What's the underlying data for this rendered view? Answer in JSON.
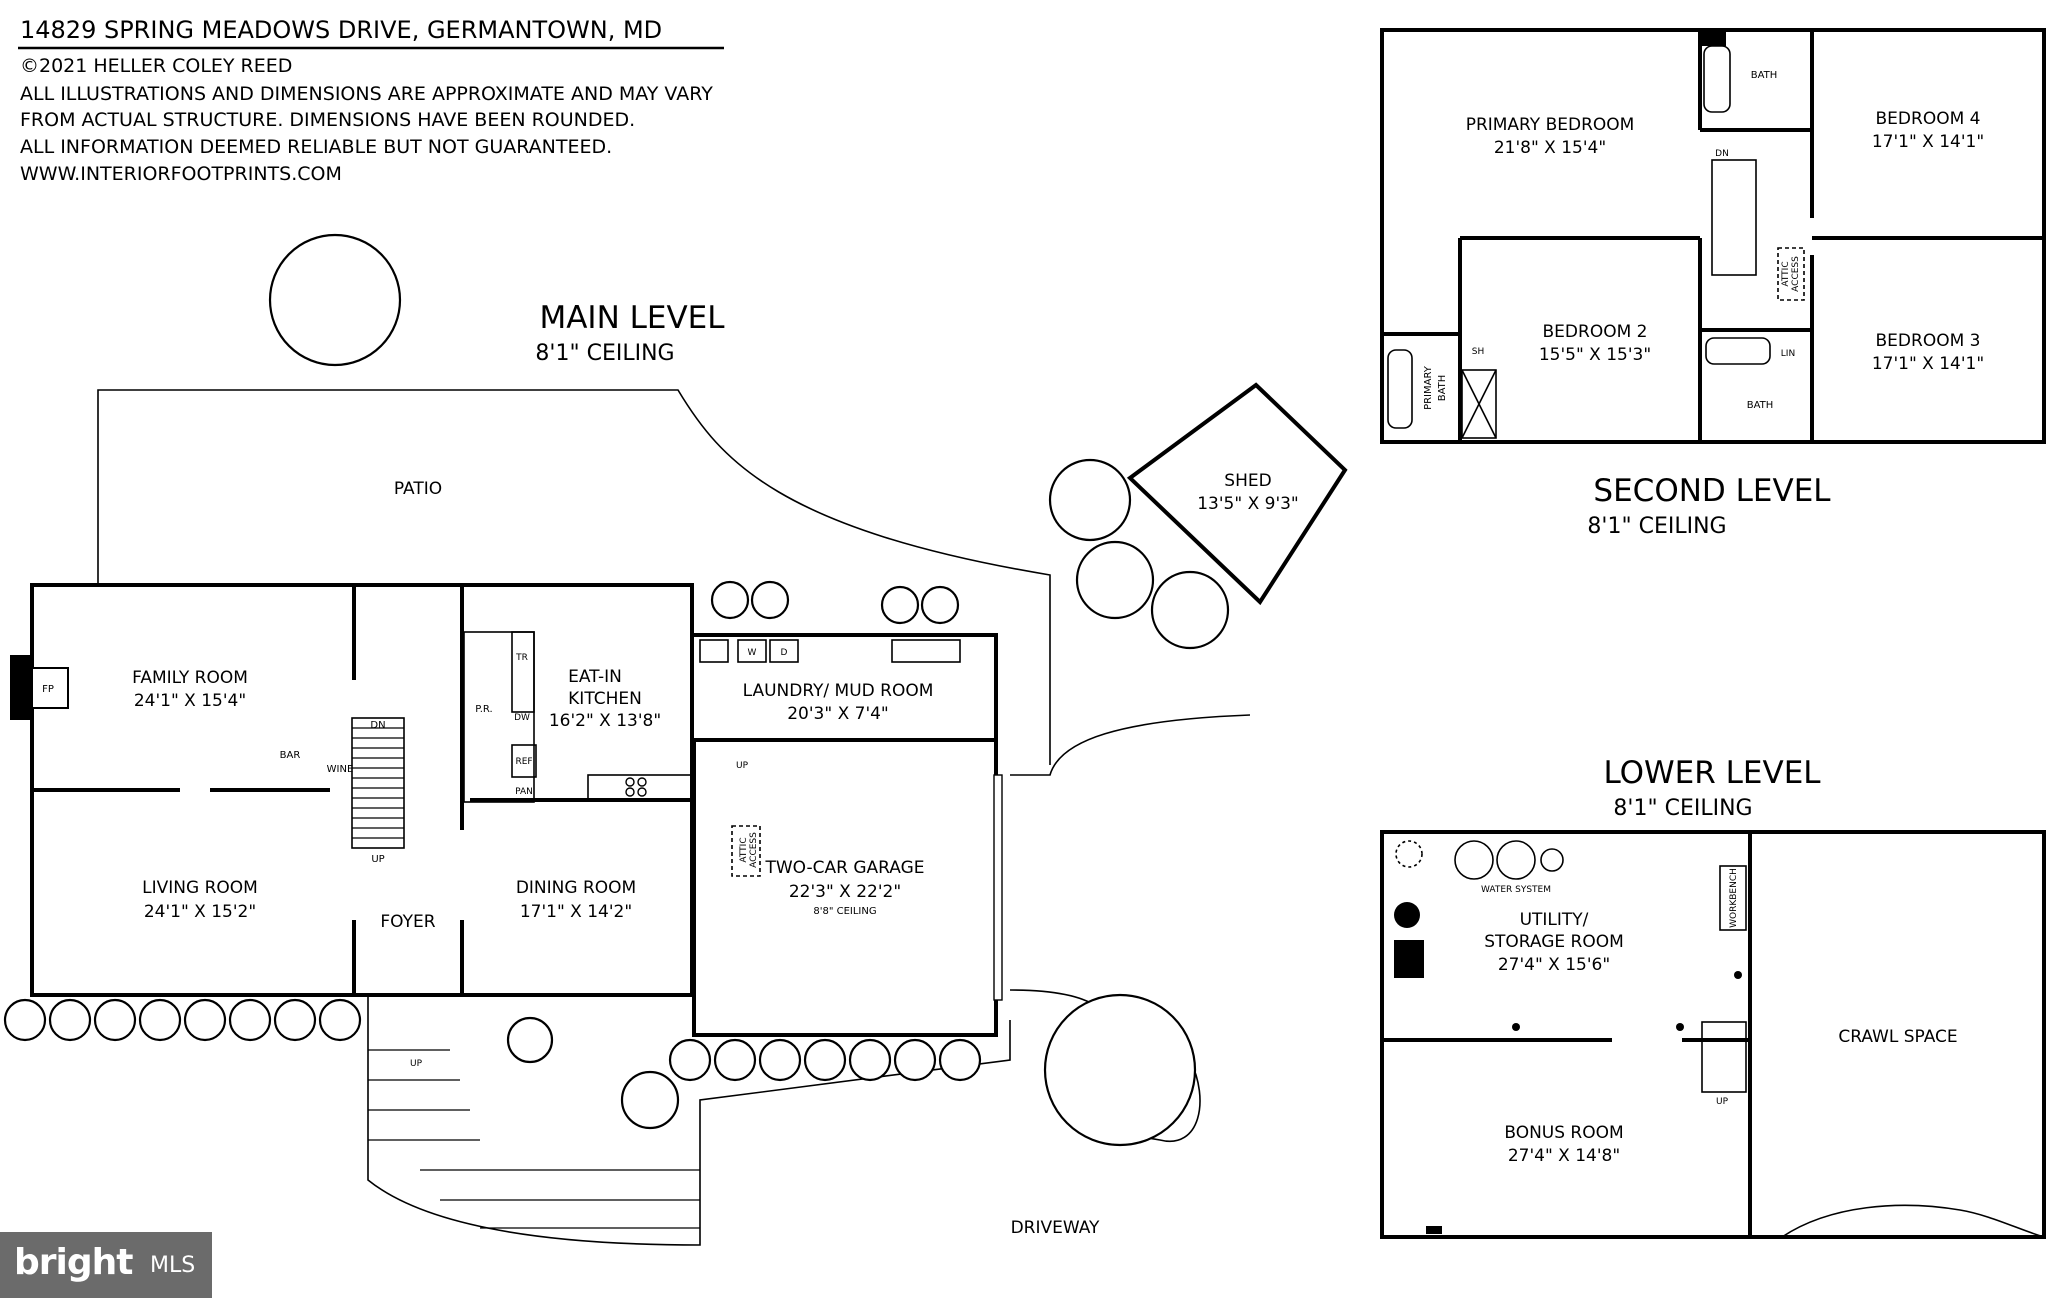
{
  "header": {
    "address": "14829 SPRING MEADOWS DRIVE, GERMANTOWN, MD",
    "copyright": "©2021 HELLER COLEY REED",
    "disclaimer_1": "ALL ILLUSTRATIONS AND DIMENSIONS ARE APPROXIMATE AND MAY VARY",
    "disclaimer_2": "FROM ACTUAL STRUCTURE. DIMENSIONS HAVE BEEN ROUNDED.",
    "disclaimer_3": "ALL INFORMATION DEEMED RELIABLE BUT NOT GUARANTEED.",
    "website": "WWW.INTERIORFOOTPRINTS.COM"
  },
  "main_level": {
    "title": "MAIN LEVEL",
    "ceiling": "8'1\" CEILING",
    "rooms": {
      "patio": "PATIO",
      "family_room": "FAMILY ROOM",
      "family_room_dim": "24'1\" X 15'4\"",
      "eat_in_kitchen_1": "EAT-IN",
      "eat_in_kitchen_2": "KITCHEN",
      "kitchen_dim": "16'2\" X 13'8\"",
      "laundry": "LAUNDRY/ MUD ROOM",
      "laundry_dim": "20'3\" X 7'4\"",
      "living_room": "LIVING ROOM",
      "living_room_dim": "24'1\" X 15'2\"",
      "foyer": "FOYER",
      "dining_room": "DINING ROOM",
      "dining_room_dim": "17'1\" X 14'2\"",
      "garage": "TWO-CAR GARAGE",
      "garage_dim": "22'3\" X 22'2\"",
      "garage_ceiling": "8'8\" CEILING",
      "shed": "SHED",
      "shed_dim": "13'5\" X 9'3\"",
      "driveway": "DRIVEWAY"
    },
    "fixtures": {
      "fp": "FP",
      "bar": "BAR",
      "wine": "WINE",
      "dn": "DN",
      "up": "UP",
      "pr": "P.R.",
      "tr": "TR",
      "dw": "DW",
      "ref": "REF",
      "pan": "PAN",
      "w": "W",
      "d": "D",
      "attic_1": "ATTIC",
      "attic_2": "ACCESS"
    }
  },
  "second_level": {
    "title": "SECOND LEVEL",
    "ceiling": "8'1\" CEILING",
    "rooms": {
      "primary_bedroom": "PRIMARY BEDROOM",
      "primary_bedroom_dim": "21'8\" X 15'4\"",
      "bath": "BATH",
      "bedroom4": "BEDROOM 4",
      "bedroom4_dim": "17'1\" X 14'1\"",
      "bedroom2": "BEDROOM 2",
      "bedroom2_dim": "15'5\" X 15'3\"",
      "bedroom3": "BEDROOM 3",
      "bedroom3_dim": "17'1\" X 14'1\"",
      "primary_bath_1": "PRIMARY",
      "primary_bath_2": "BATH",
      "sh": "SH",
      "lin": "LIN",
      "dn": "DN",
      "attic_1": "ATTIC",
      "attic_2": "ACCESS"
    }
  },
  "lower_level": {
    "title": "LOWER LEVEL",
    "ceiling": "8'1\" CEILING",
    "rooms": {
      "water_system": "WATER SYSTEM",
      "workbench": "WORKBENCH",
      "utility_1": "UTILITY/",
      "utility_2": "STORAGE ROOM",
      "utility_dim": "27'4\" X 15'6\"",
      "crawl_space": "CRAWL SPACE",
      "bonus_room": "BONUS ROOM",
      "bonus_room_dim": "27'4\" X 14'8\"",
      "up": "UP"
    }
  },
  "badge": {
    "bright": "bright",
    "mls": "MLS"
  }
}
